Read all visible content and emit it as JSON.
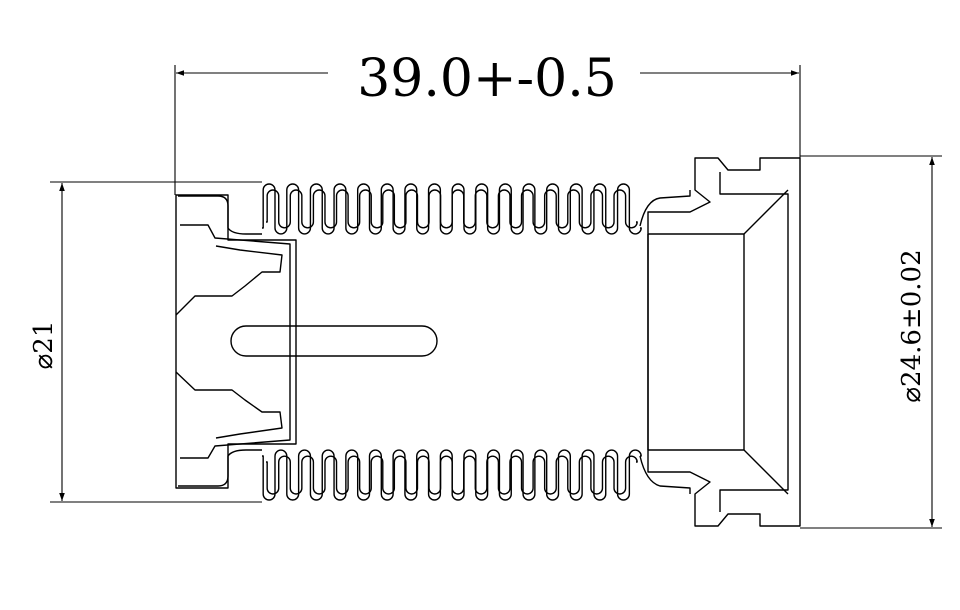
{
  "dimensions": {
    "length": "39.0+-0.5",
    "inner_diameter": "⌀21",
    "outer_diameter": "⌀24.6±0.02"
  },
  "colors": {
    "line": "#000000",
    "background": "#ffffff"
  }
}
